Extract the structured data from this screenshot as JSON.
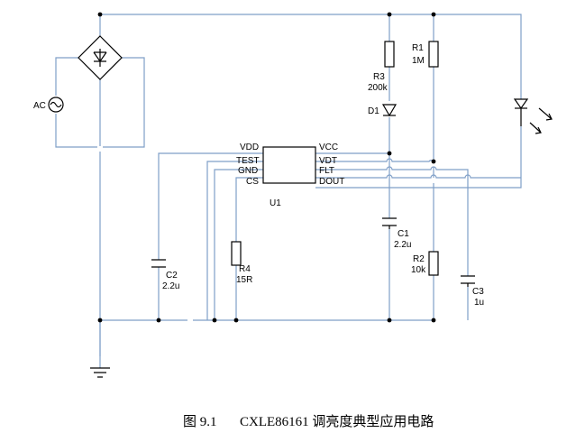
{
  "components": {
    "r1": {
      "ref": "R1",
      "value": "1M"
    },
    "r2": {
      "ref": "R2",
      "value": "10k"
    },
    "r3": {
      "ref": "R3",
      "value": "200k"
    },
    "r4": {
      "ref": "R4",
      "value": "15R"
    },
    "c1": {
      "ref": "C1",
      "value": "2.2u"
    },
    "c2": {
      "ref": "C2",
      "value": "2.2u"
    },
    "c3": {
      "ref": "C3",
      "value": "1u"
    },
    "d1": {
      "ref": "D1"
    },
    "u1": {
      "ref": "U1"
    },
    "ac": {
      "ref": "AC"
    }
  },
  "ic_pins": {
    "left": [
      "VDD",
      "TEST",
      "GND",
      "CS"
    ],
    "right": [
      "VCC",
      "VDT",
      "FLT",
      "DOUT"
    ]
  },
  "caption": {
    "number": "图 9.1",
    "text": "CXLE86161 调亮度典型应用电路"
  },
  "colors": {
    "wire": "#7f9fc8",
    "component": "#000000"
  }
}
